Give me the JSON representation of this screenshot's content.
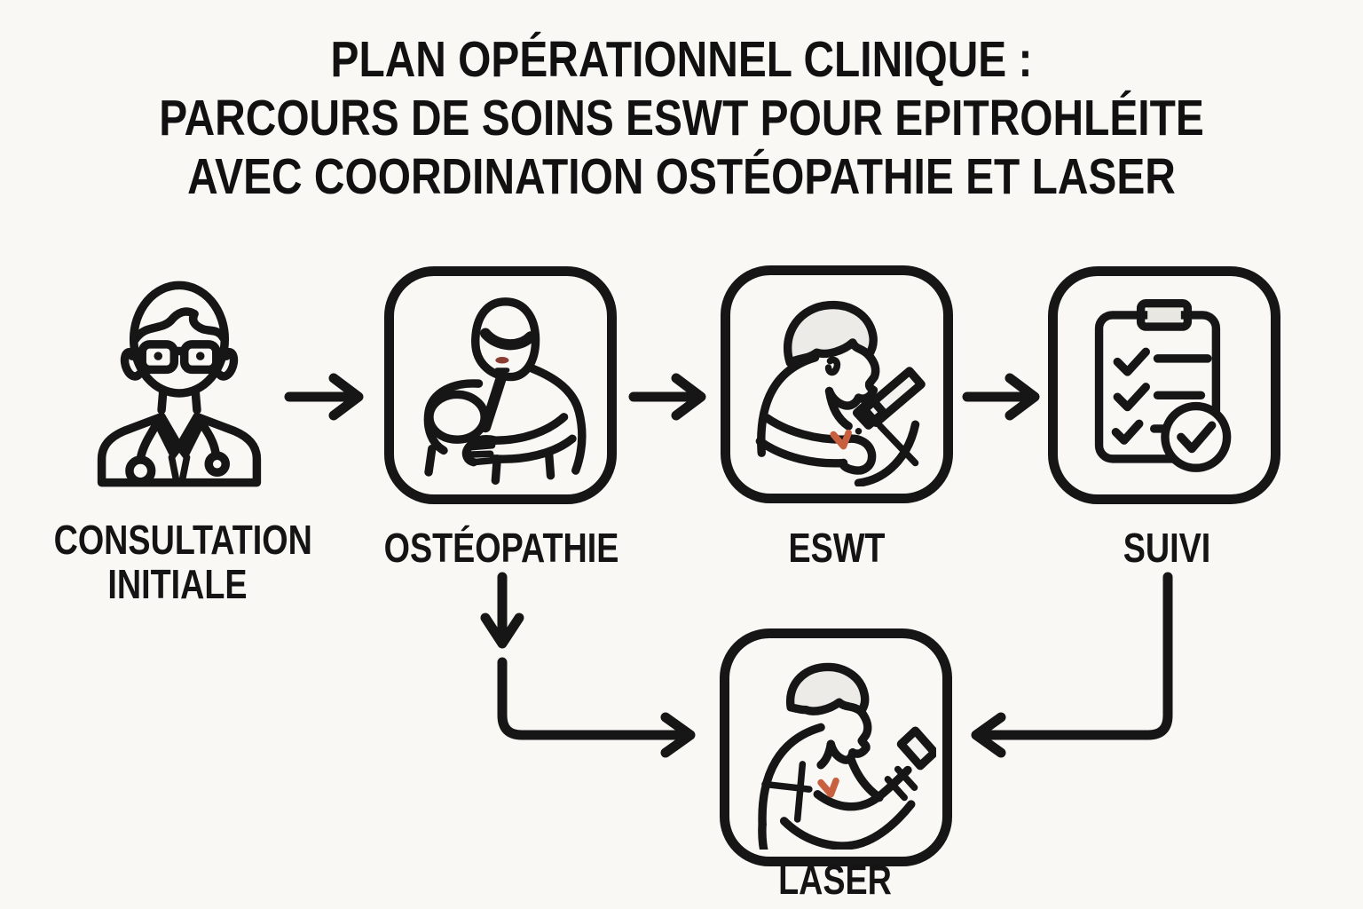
{
  "title": {
    "lines": [
      "PLAN OPÉRATIONNEL CLINIQUE :",
      "PARCOURS DE SOINS ESWT POUR EPITROHLÉITE",
      "AVEC COORDINATION OSTÉOPATHIE ET LASER"
    ]
  },
  "nodes": {
    "consultation": {
      "label": "CONSULTATION\nINITIALE",
      "icon": "doctor-icon",
      "boxed": false
    },
    "osteopathie": {
      "label": "OSTÉOPATHIE",
      "icon": "osteopathy-patient-icon",
      "boxed": true
    },
    "eswt": {
      "label": "ESWT",
      "icon": "shockwave-treatment-icon",
      "boxed": true
    },
    "suivi": {
      "label": "SUIVI",
      "icon": "checklist-icon",
      "boxed": true
    },
    "laser": {
      "label": "LASER",
      "icon": "laser-treatment-icon",
      "boxed": true
    }
  },
  "flow": {
    "type": "flowchart",
    "edges": [
      {
        "from": "consultation",
        "to": "osteopathie"
      },
      {
        "from": "osteopathie",
        "to": "eswt"
      },
      {
        "from": "eswt",
        "to": "suivi"
      },
      {
        "from": "osteopathie",
        "to": "laser"
      },
      {
        "from": "suivi",
        "to": "laser"
      }
    ]
  },
  "colors": {
    "background": "#faf8f4",
    "ink": "#161616",
    "accent_red": "#c8603f",
    "mouth_red": "#8a3c30",
    "hair_gray": "#ecebe7"
  }
}
